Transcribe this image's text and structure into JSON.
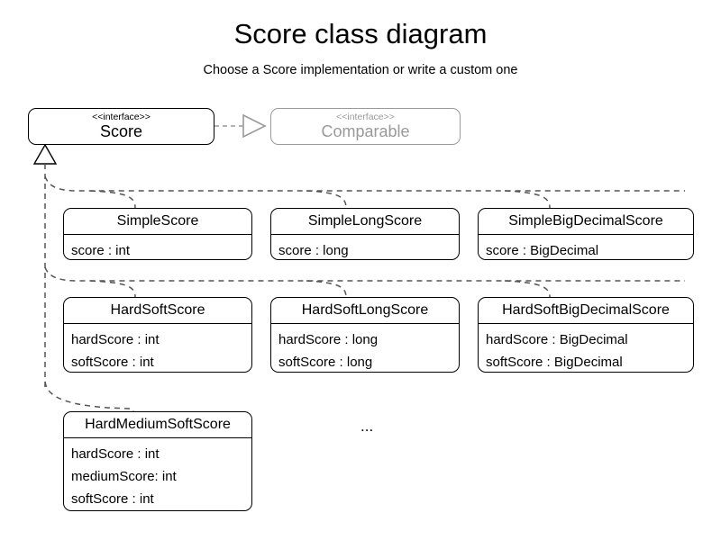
{
  "header": {
    "title": "Score class diagram",
    "subtitle": "Choose a Score implementation or write a custom one"
  },
  "colors": {
    "stroke": "#000000",
    "muted_stroke": "#9a9a9a",
    "background": "#ffffff"
  },
  "interfaces": [
    {
      "stereotype": "<<interface>>",
      "name": "Score",
      "muted": false
    },
    {
      "stereotype": "<<interface>>",
      "name": "Comparable",
      "muted": true
    }
  ],
  "classes": [
    {
      "name": "SimpleScore",
      "attributes": [
        "score : int"
      ]
    },
    {
      "name": "SimpleLongScore",
      "attributes": [
        "score : long"
      ]
    },
    {
      "name": "SimpleBigDecimalScore",
      "attributes": [
        "score : BigDecimal"
      ]
    },
    {
      "name": "HardSoftScore",
      "attributes": [
        "hardScore : int",
        "softScore : int"
      ]
    },
    {
      "name": "HardSoftLongScore",
      "attributes": [
        "hardScore : long",
        "softScore : long"
      ]
    },
    {
      "name": "HardSoftBigDecimalScore",
      "attributes": [
        "hardScore : BigDecimal",
        "softScore : BigDecimal"
      ]
    },
    {
      "name": "HardMediumSoftScore",
      "attributes": [
        "hardScore : int",
        "mediumScore: int",
        "softScore : int"
      ]
    }
  ],
  "more_indicator": "..."
}
